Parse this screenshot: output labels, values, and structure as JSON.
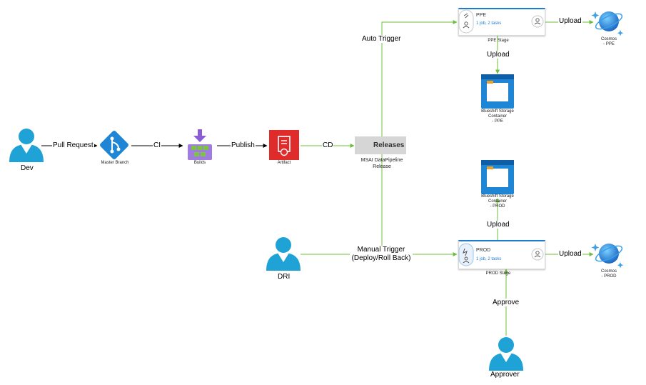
{
  "nodes": {
    "dev": "Dev",
    "master_branch": "Master Branch",
    "builds": "Builds",
    "artifact": "Artifact",
    "releases": "Releases",
    "release_caption_1": "MSAI DataPipeline",
    "release_caption_2": "Release",
    "dri": "DRI",
    "approver": "Approver",
    "ppe_stage": {
      "title": "PPE",
      "subtitle": "1 job, 2 tasks",
      "caption": "PPE Stage"
    },
    "prod_stage": {
      "title": "PROD",
      "subtitle": "1 job, 2 tasks",
      "caption": "PROD Stage"
    },
    "cosmos_ppe": {
      "line1": "Cosmos",
      "line2": "- PPE"
    },
    "cosmos_prod": {
      "line1": "Cosmos",
      "line2": "- PROD"
    },
    "storage_ppe": {
      "line1": "Blueshift Storage",
      "line2": "Container",
      "line3": "- PPE"
    },
    "storage_prod": {
      "line1": "Blueshift Storage",
      "line2": "Container",
      "line3": "- PROD"
    }
  },
  "edges": {
    "pull_request": "Pull Request",
    "ci": "CI",
    "publish": "Publish",
    "cd": "CD",
    "auto_trigger": "Auto Trigger",
    "manual_trigger_1": "Manual Trigger",
    "manual_trigger_2": "(Deploy/Roll Back)",
    "upload_ppe_cosmos": "Upload",
    "upload_ppe_storage": "Upload",
    "upload_prod_storage": "Upload",
    "upload_prod_cosmos": "Upload",
    "approve": "Approve"
  },
  "colors": {
    "green_line": "#6cbf3a",
    "person": "#1fa3d6",
    "azure_blue": "#1f7ad0",
    "build_purple": "#8a5cd6",
    "build_green": "#7dc242",
    "artifact_red": "#e02b2b",
    "storage_blue": "#1f86d6",
    "storage_orange": "#f0a020"
  },
  "icons": {
    "person": "person-icon",
    "git": "git-branch-icon",
    "builds": "builds-icon",
    "artifact": "artifact-icon",
    "rocket": "rocket-icon",
    "cosmos": "cosmos-db-icon",
    "storage": "storage-container-icon"
  }
}
